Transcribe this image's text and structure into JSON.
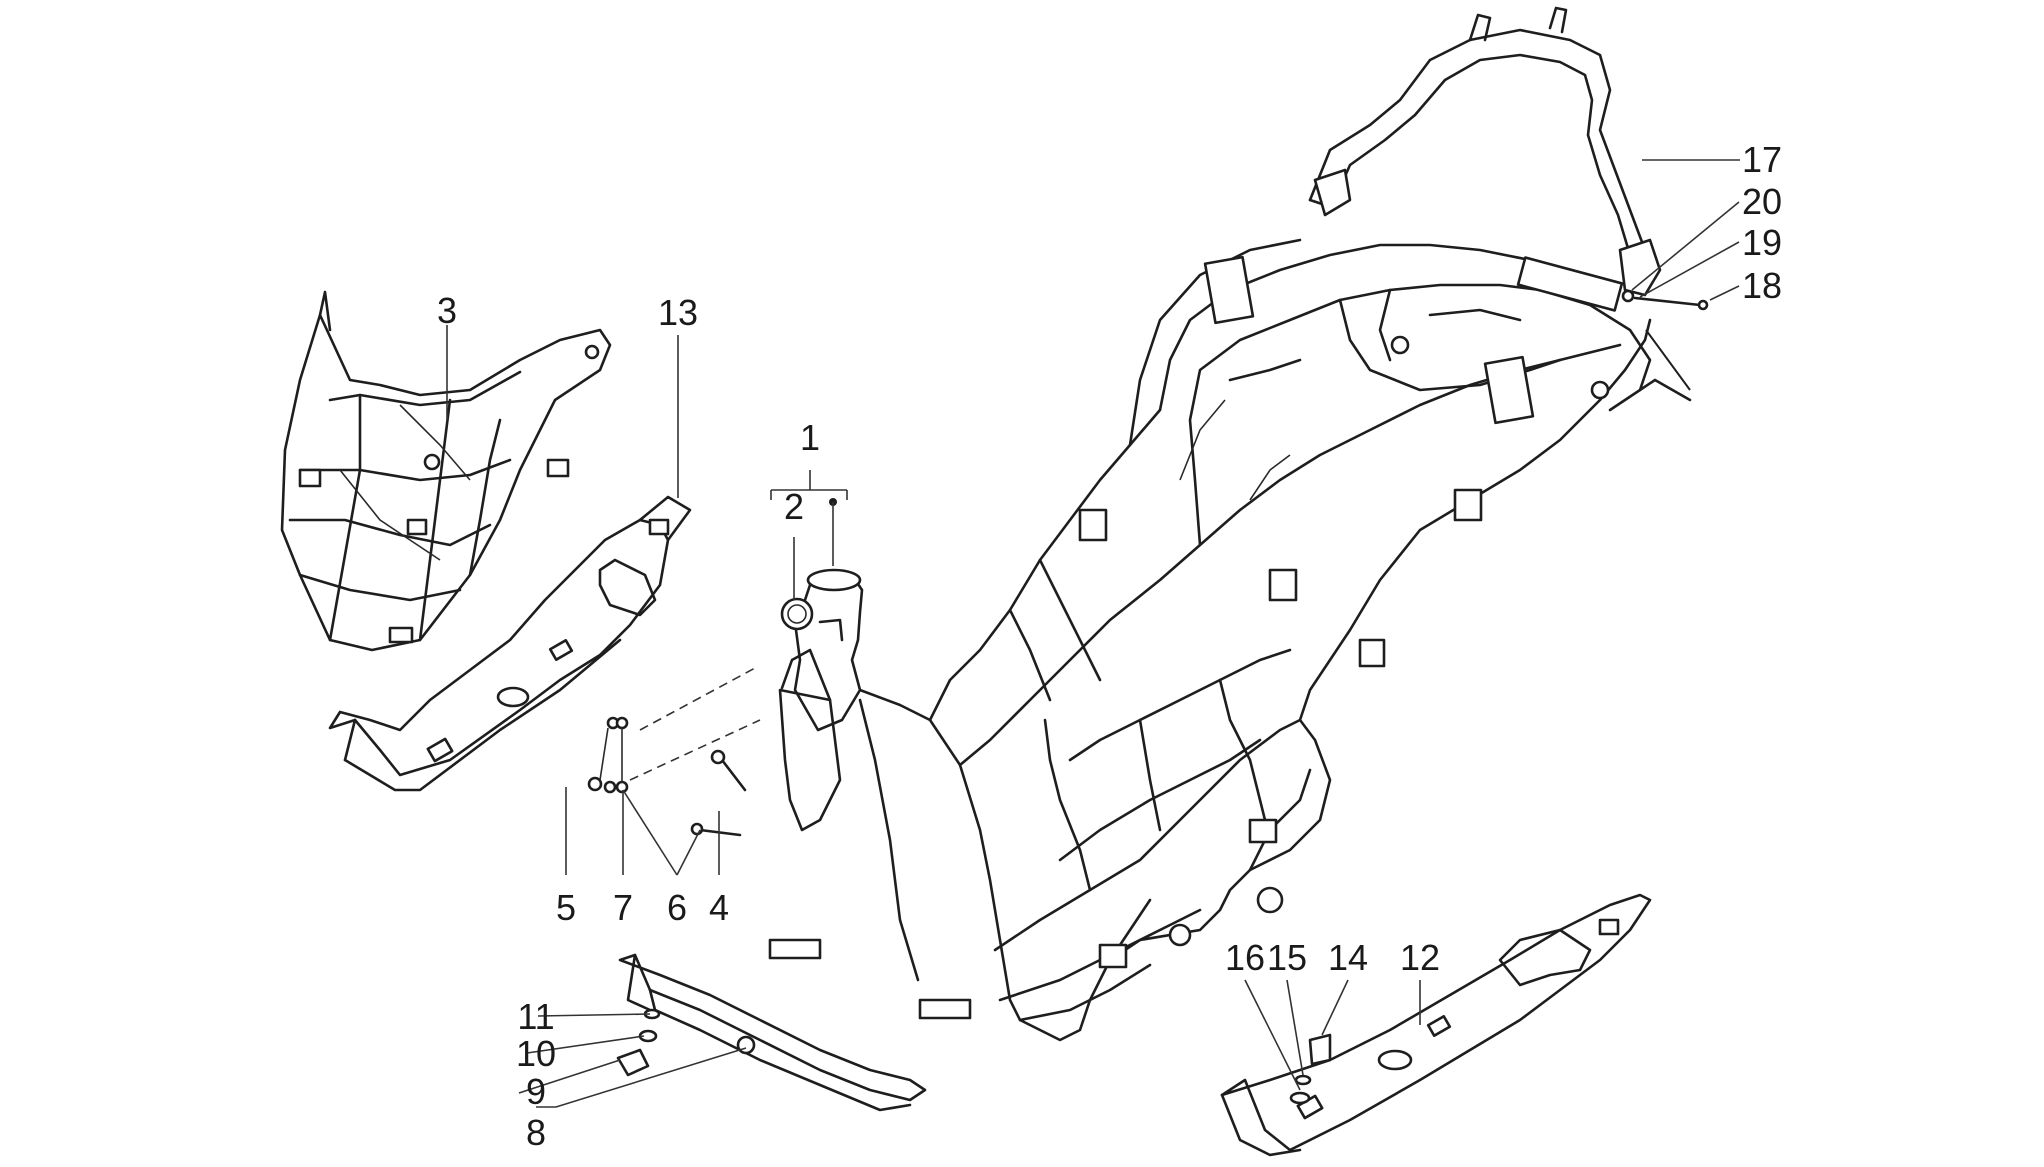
{
  "diagram": {
    "background": "#ffffff",
    "line_color": "#1e1e1e",
    "callouts": [
      {
        "id": "1",
        "text": "1"
      },
      {
        "id": "2",
        "text": "2"
      },
      {
        "id": "3",
        "text": "3"
      },
      {
        "id": "4",
        "text": "4"
      },
      {
        "id": "5",
        "text": "5"
      },
      {
        "id": "6",
        "text": "6"
      },
      {
        "id": "7",
        "text": "7"
      },
      {
        "id": "8",
        "text": "8"
      },
      {
        "id": "9",
        "text": "9"
      },
      {
        "id": "10",
        "text": "10"
      },
      {
        "id": "11",
        "text": "11"
      },
      {
        "id": "12",
        "text": "12"
      },
      {
        "id": "13",
        "text": "13"
      },
      {
        "id": "14",
        "text": "14"
      },
      {
        "id": "15",
        "text": "15"
      },
      {
        "id": "16",
        "text": "16"
      },
      {
        "id": "17",
        "text": "17"
      },
      {
        "id": "18",
        "text": "18"
      },
      {
        "id": "19",
        "text": "19"
      },
      {
        "id": "20",
        "text": "20"
      }
    ]
  }
}
